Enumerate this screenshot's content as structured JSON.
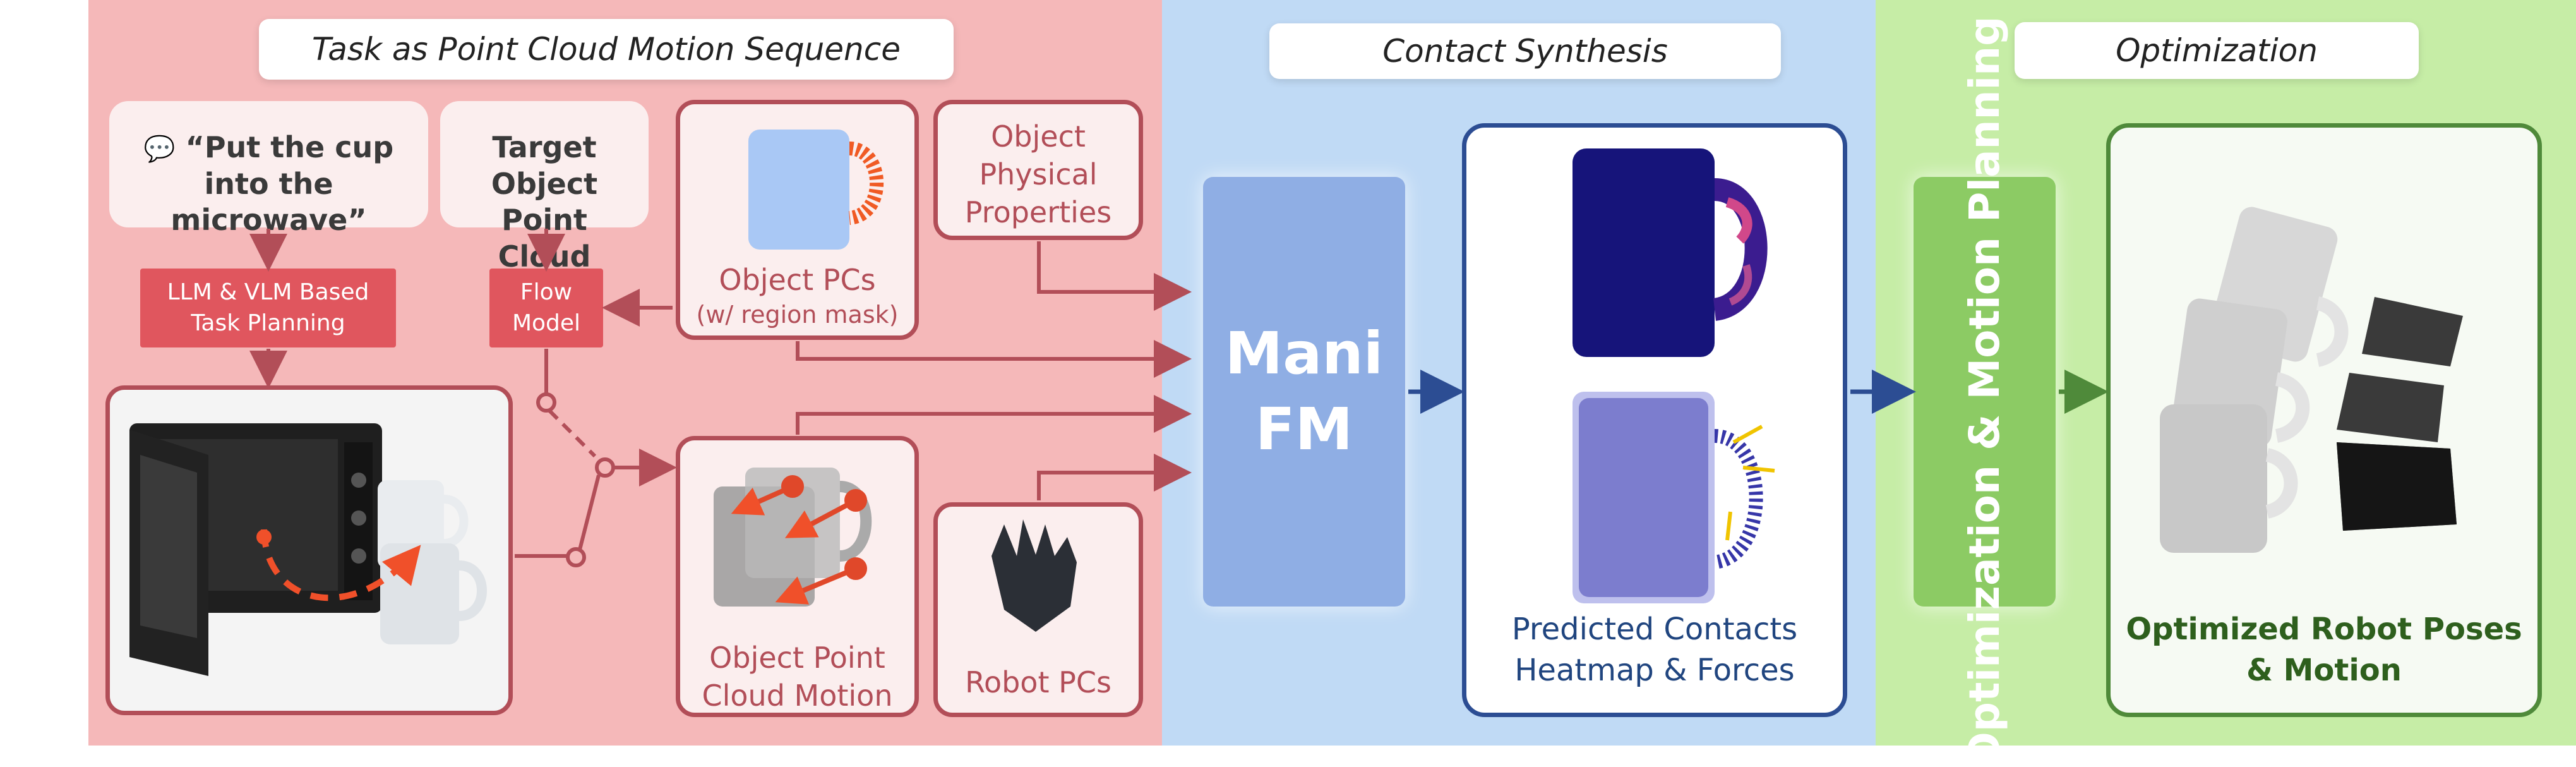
{
  "sections": {
    "task": "Task as Point Cloud Motion Sequence",
    "contact": "Contact Synthesis",
    "optimization": "Optimization"
  },
  "task_panel": {
    "instruction": "“Put the cup into the microwave”",
    "speech_icon": "speech-bubble-icon",
    "target_cloud": "Target Object Point Cloud",
    "llm_box": "LLM & VLM Based Task Planning",
    "flow_box": "Flow Model",
    "object_pcs": "Object PCs",
    "region_mask": "(w/ region mask)",
    "physical_props": "Object Physical Properties",
    "pc_motion": "Object Point Cloud Motion",
    "robot_pcs": "Robot PCs"
  },
  "center": {
    "mani_line1": "Mani",
    "mani_line2": "FM"
  },
  "contact_panel": {
    "label": "Predicted Contacts Heatmap & Forces"
  },
  "opt_panel": {
    "box": "Optimization & Motion Planning",
    "result": "Optimized Robot Poses & Motion"
  },
  "colors": {
    "red_panel": "#f5b8b9",
    "blue_panel": "#c0daf5",
    "green_panel": "#c6eda6",
    "red_accent": "#b24e58",
    "mani_blue": "#8faee4",
    "contact_navy": "#2c4d93",
    "opt_green": "#8ccb64"
  }
}
